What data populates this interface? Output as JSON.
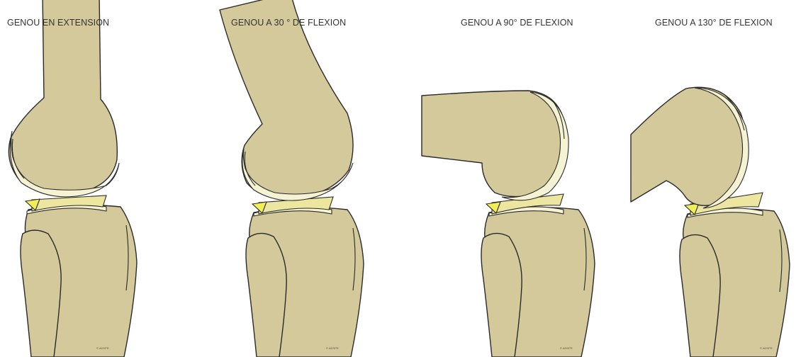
{
  "figure": {
    "panels": [
      {
        "title": "GENOU EN EXTENSION",
        "flexion_deg": 0
      },
      {
        "title": "GENOU A 30 ° DE FLEXION",
        "flexion_deg": 30
      },
      {
        "title": "GENOU A 90° DE FLEXION",
        "flexion_deg": 90
      },
      {
        "title": "GENOU A 130° DE FLEXION",
        "flexion_deg": 130
      }
    ],
    "credit": "© ADSPR",
    "colors": {
      "bone": "#d4c99a",
      "cartilage": "#f6f2d4",
      "meniscus": "#ece6a0",
      "meniscus_highlight": "#f2ee55",
      "outline": "#2a2a2a",
      "background": "#ffffff"
    }
  }
}
